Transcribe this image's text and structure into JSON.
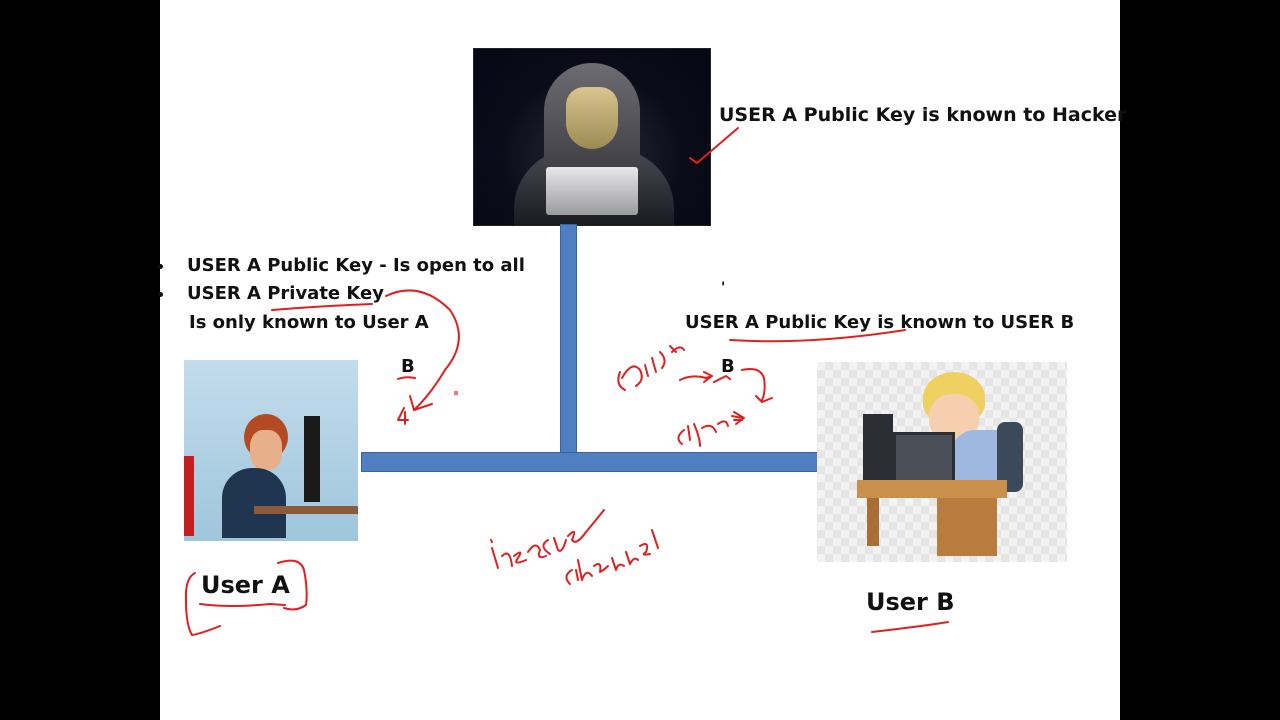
{
  "slide": {
    "hacker_caption": "USER A Public Key is known to Hacker",
    "bullets": [
      {
        "text": "USER A Public Key   - Is open to all"
      },
      {
        "text": "USER A Private Key"
      }
    ],
    "bullet_continuation": "Is only known to User  A",
    "user_b_caption": "USER A Public Key is known to USER B",
    "left_b_label": "B",
    "right_b_label": "B",
    "user_a_label": "User A",
    "user_b_label": "User B",
    "tick_mark": "'"
  },
  "annotations": {
    "color": "#e02020",
    "left_number": "4",
    "plaintext_note": "plaintext",
    "ciphertext_note": "ciphertext",
    "channel_note_1": "insecure",
    "channel_note_2": "channel"
  },
  "images": {
    "hacker": "hooded hacker with mask at laptop",
    "user_a": "man with beard at desktop computer",
    "user_b": "blond cartoon boy at desk computer"
  },
  "colors": {
    "pipe": "#4f7fc0",
    "text": "#111111",
    "background": "#ffffff",
    "frame": "#000000"
  }
}
